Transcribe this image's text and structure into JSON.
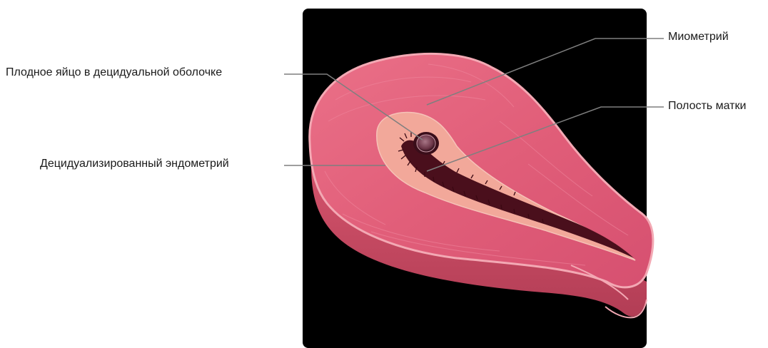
{
  "labels": {
    "ovum": "Плодное яйцо в децидуальной оболочке",
    "endometrium": "Децидуализированный эндометрий",
    "myometrium": "Миометрий",
    "cavity": "Полость матки"
  },
  "colors": {
    "background_panel": "#000000",
    "myometrium": "#e0607a",
    "myometrium_edge": "#f3a9b4",
    "endometrium": "#f2a89a",
    "cavity": "#4a0f1c",
    "ovum": "#6b3a4a",
    "leader_line": "#7f7f7f"
  }
}
